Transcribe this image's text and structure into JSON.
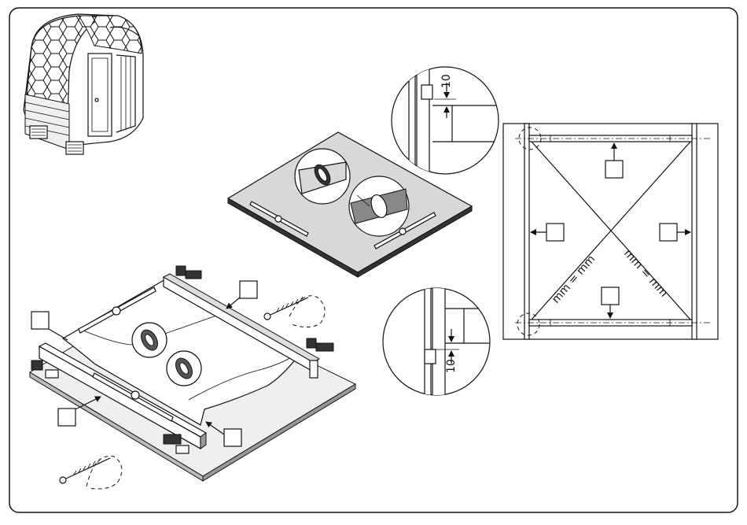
{
  "detail_top": {
    "dimension": "10"
  },
  "detail_bottom": {
    "dimension": "10"
  },
  "plan_view": {
    "diagonal_label_left": "mm = mm",
    "diagonal_label_right": "mm = mm"
  }
}
